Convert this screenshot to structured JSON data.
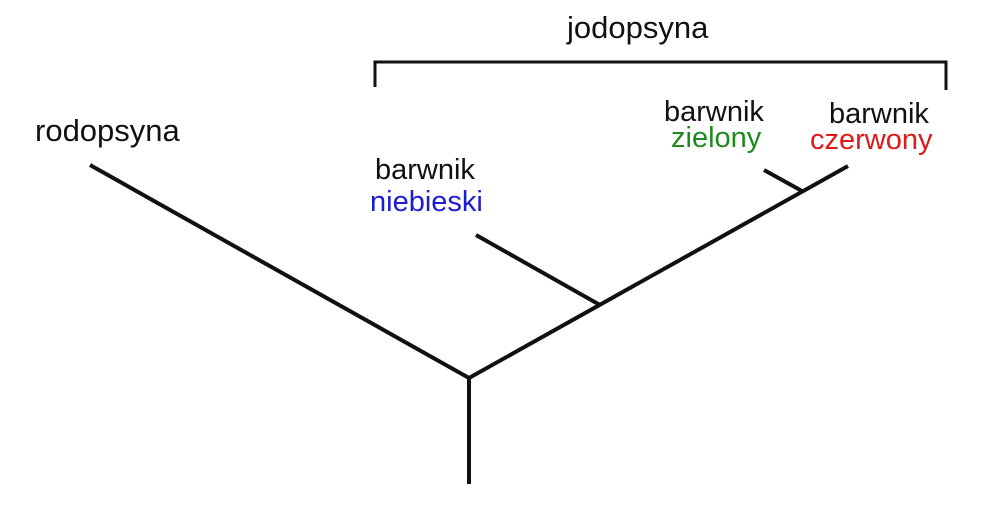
{
  "group_label": "jodopsyna",
  "outgroup_label": "rodopsyna",
  "leaves": [
    {
      "line1": "barwnik",
      "line2": "niebieski",
      "color": "#1b1bd6"
    },
    {
      "line1": "barwnik",
      "line2": "zielony",
      "color": "#1e8a1e"
    },
    {
      "line1": "barwnik",
      "line2": "czerwony",
      "color": "#e01a1a"
    }
  ]
}
